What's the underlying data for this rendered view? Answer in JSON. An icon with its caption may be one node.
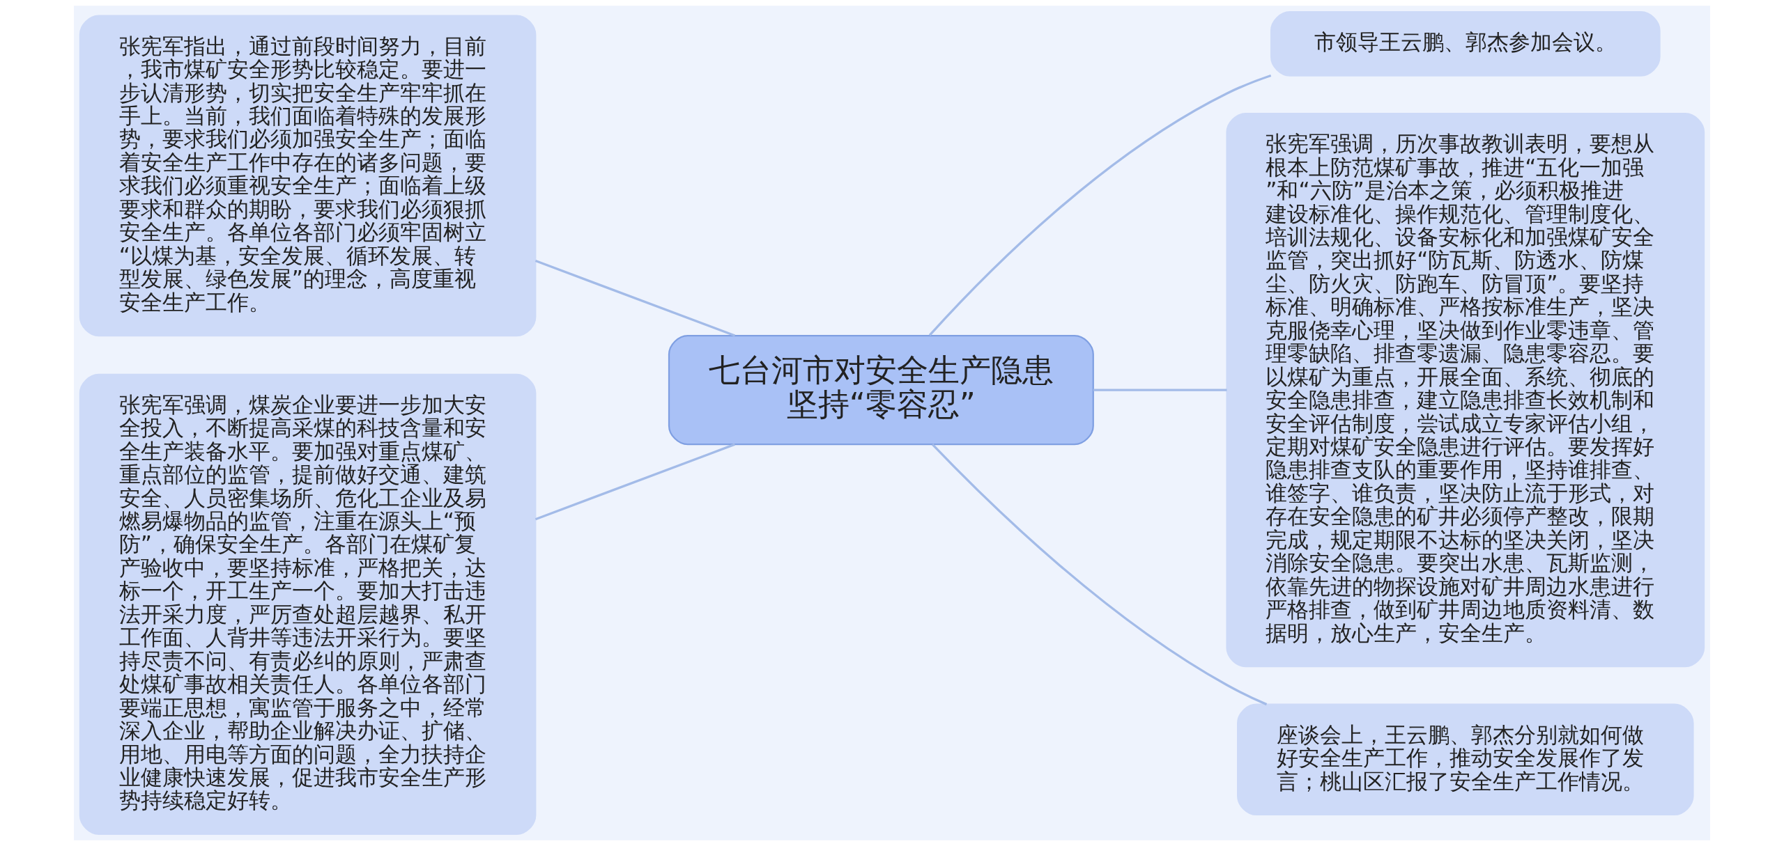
{
  "diagram": {
    "nodes": [
      {
        "text": [
          "七台河市对安全生产隐患坚持“零容忍”"
        ]
      },
      {
        "text": [
          "市领导王云鹏、郭杰参加会议。"
        ]
      },
      {
        "text": [
          "张宪军指出，通过前段时间努力，目前，我市煤矿安全形势比较稳定。要进一步认清形势，切实把安全生产牢牢抓在手上。当前，我们面临着特殊的发展形势，要求我们必须加强安全生产；面临着安全生产工作中存在的诸多问题，要求我们必须重视安全生产；面临着上级要求和群众的期盼，要求我们必须狠抓安全生产。各单位各部门必须牢固树立“以煤为基，安全发展、循环发展、转型发展、绿色发展”的理念，高度重视安全生产工作。"
        ]
      },
      {
        "text": [
          "张宪军强调，历次事故教训表明，要想从根本上防范煤矿事故，推进“五化一加强”和“六防”是治本之策，必须积极推进建设标准化、操作规范化、管理制度化、培训法规化、设备安标化和加强煤矿安全监管，突出抓好“防瓦斯、防透水、防煤尘、防火灾、防跑车、防冒顶”。要坚持标准、明确标准、严格按标准生产，坚决克服侥幸心理，坚决做到作业零违章、管理零缺陷、排查零遗漏、隐患零容忍。要以煤矿为重点，开展全面、系统、彻底的安全隐患排查，建立隐患排查长效机制和安全评估制度，尝试成立专家评估小组，定期对煤矿安全隐患进行评估。要发挥好隐患排查支队的重要作用，坚持谁排查、谁签字、谁负责，坚决防止流于形式，对存在安全隐患的矿井必须停产整改，限期完成，规定期限不达标的坚决关闭，坚决消除安全隐患。要突出水患、瓦斯监测，依靠先进的物探设施对矿井周边水患进行严格排查，做到矿井周边地质资料清、数据明，放心生产，安全生产。"
        ]
      },
      {
        "text": [
          "张宪军强调，煤炭企业要进一步加大安全投入，不断提高采煤的科技含量和安全生产装备水平。要加强对重点煤矿、重点部位的监管，提前做好交通、建筑安全、人员密集场所、危化工企业及易燃易爆物品的监管，注重在源头上“预防”，确保安全生产。各部门在煤矿复产验收中，要坚持标准，严格把关，达标一个，开工生产一个。要加大打击违法开采力度，严厉查处超层越界、私开工作面、人背井等违法开采行为。要坚持尽责不问、有责必纠的原则，严肃查处煤矿事故相关责任人。各单位各部门要端正思想，寓监管于服务之中，经常深入企业，帮助企业解决办证、扩储、用地、用电等方面的问题，全力扶持企业健康快速发展，促进我市安全生产形势持续稳定好转。"
        ]
      },
      {
        "text": [
          "座谈会上，王云鹏、郭杰分别就如何做好安全生产工作，推动安全发展作了发言；桃山区汇报了安全生产工作情况。"
        ]
      }
    ],
    "edges": [
      {
        "from": 0,
        "to": 1,
        "arrow": "none"
      },
      {
        "from": 0,
        "to": 2,
        "arrow": "none"
      },
      {
        "from": 0,
        "to": 3,
        "arrow": "none"
      },
      {
        "from": 0,
        "to": 4,
        "arrow": "none"
      },
      {
        "from": 0,
        "to": 5,
        "arrow": "none"
      }
    ]
  }
}
